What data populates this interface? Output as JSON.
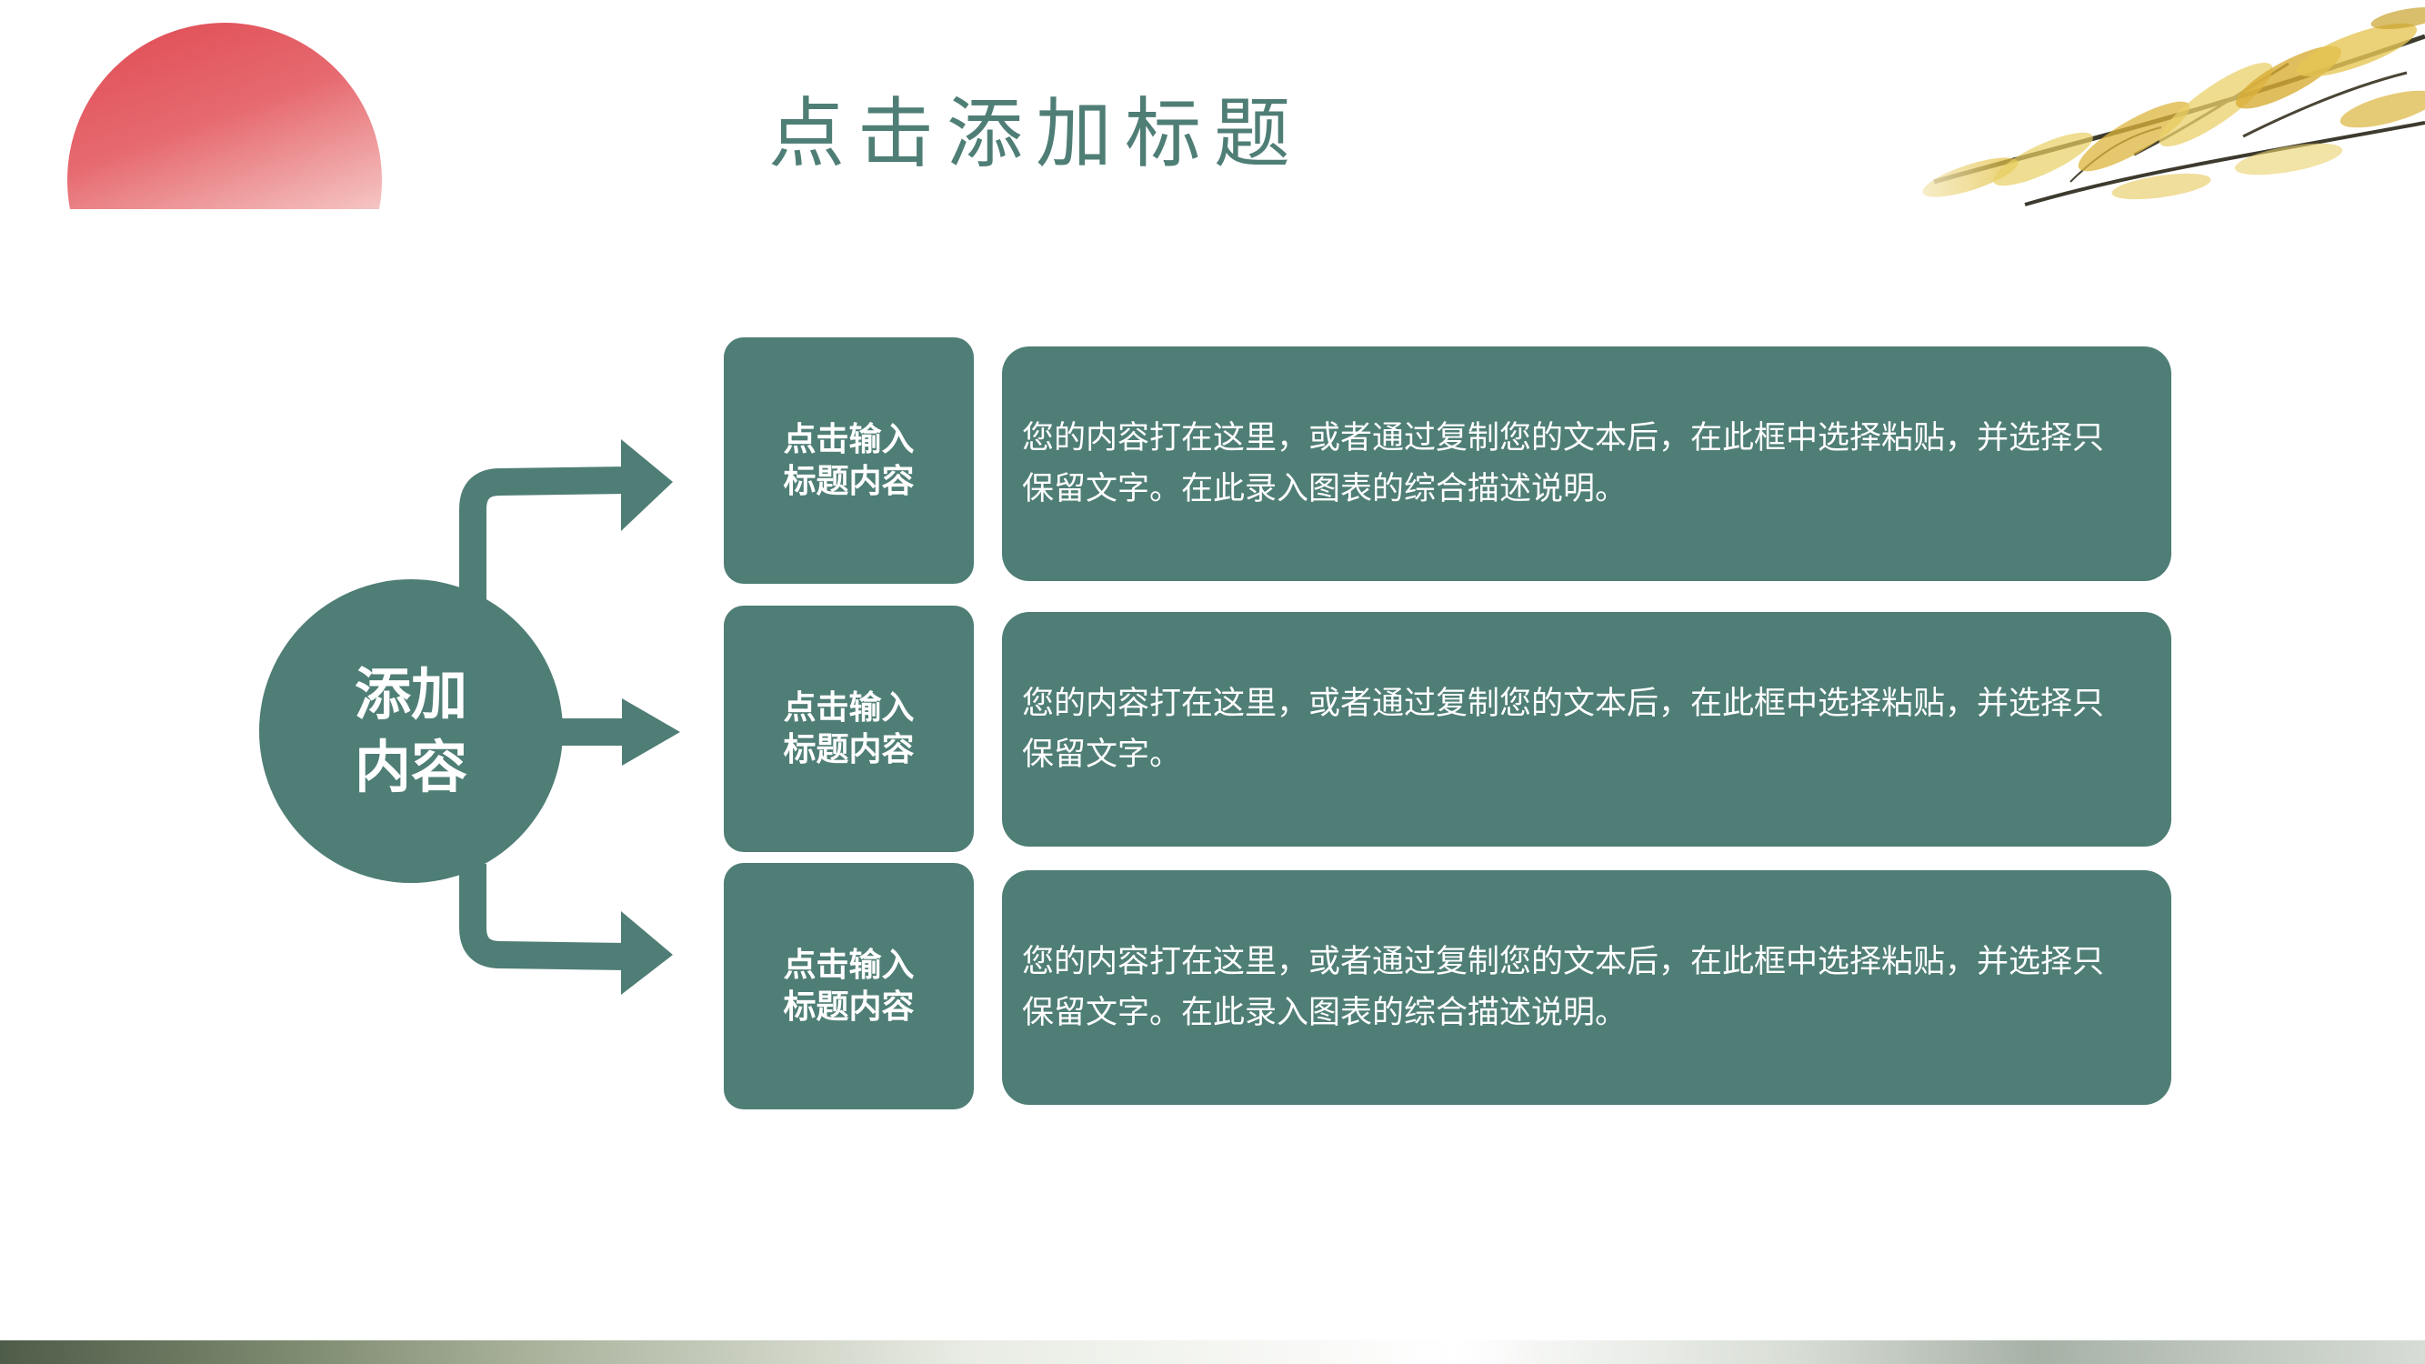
{
  "title": "点击添加标题",
  "hub": {
    "line1": "添加",
    "line2": "内容"
  },
  "items": [
    {
      "heading_line1": "点击输入",
      "heading_line2": "标题内容",
      "text": "您的内容打在这里，或者通过复制您的文本后，在此框中选择粘贴，并选择只保留文字。在此录入图表的综合描述说明。"
    },
    {
      "heading_line1": "点击输入",
      "heading_line2": "标题内容",
      "text": "您的内容打在这里，或者通过复制您的文本后，在此框中选择粘贴，并选择只保留文字。"
    },
    {
      "heading_line1": "点击输入",
      "heading_line2": "标题内容",
      "text": "您的内容打在这里，或者通过复制您的文本后，在此框中选择粘贴，并选择只保留文字。在此录入图表的综合描述说明。"
    }
  ],
  "colors": {
    "primary": "#4f7e76",
    "sun": "#e04a52",
    "foliage": "#e4c34a"
  },
  "decor": {
    "top_left": "red-sun-icon",
    "top_right": "yellow-branch-icon"
  }
}
